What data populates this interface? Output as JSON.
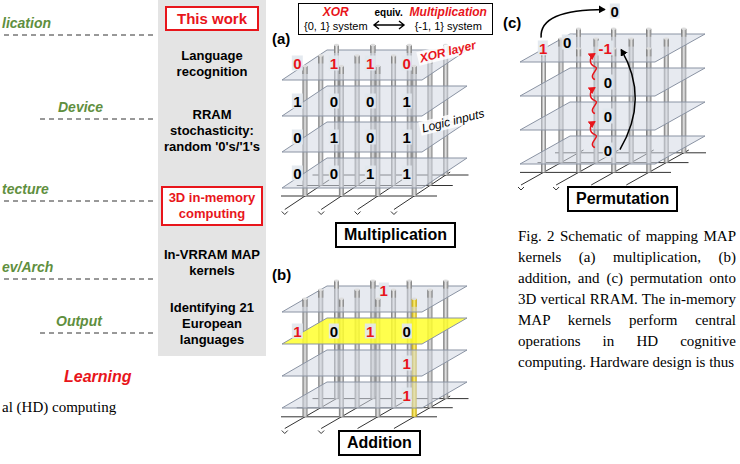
{
  "diagram": {
    "caption": "Fig. 2 Schematic of mapping MAP kernels (a) multiplication, (b) addition, and (c) permutation onto 3D vertical RRAM. The in-memory MAP kernels perform central operations in HD cognitive computing. Hardware design is thus",
    "nodes": [
      {
        "text": [
          "Language recognition",
          "RRAM stochasticity: random '0's/'1's",
          "In-VRRAM MAP kernels",
          "Identifying 21 European languages"
        ]
      },
      {
        "text": [
          "This work"
        ],
        "in": 0
      },
      {
        "text": [
          "3D in-memory computing"
        ],
        "in": 0
      },
      {
        "text": [
          "XOR",
          "equiv.",
          "Multiplication",
          "{0, 1} system",
          "{-1, 1} system"
        ]
      },
      {
        "text": [
          "Multiplication"
        ]
      },
      {
        "text": [
          "Addition"
        ]
      },
      {
        "text": [
          "Permutation"
        ]
      }
    ],
    "labels": [
      "lication",
      "Device",
      "tecture",
      "ev/Arch",
      "Output",
      "Learning",
      "al (HD) computing",
      "(a)",
      "0",
      "1",
      "1",
      "0",
      "XOR layer",
      "1",
      "0",
      "0",
      "1",
      "0",
      "1",
      "0",
      "1",
      "0",
      "0",
      "1",
      "1",
      "Logic inputs",
      "(b)",
      "1",
      "1",
      "0",
      "1",
      "0",
      "1",
      "1",
      "(c)",
      "0",
      "1",
      "0",
      "-1",
      "0",
      "0",
      "0"
    ]
  }
}
